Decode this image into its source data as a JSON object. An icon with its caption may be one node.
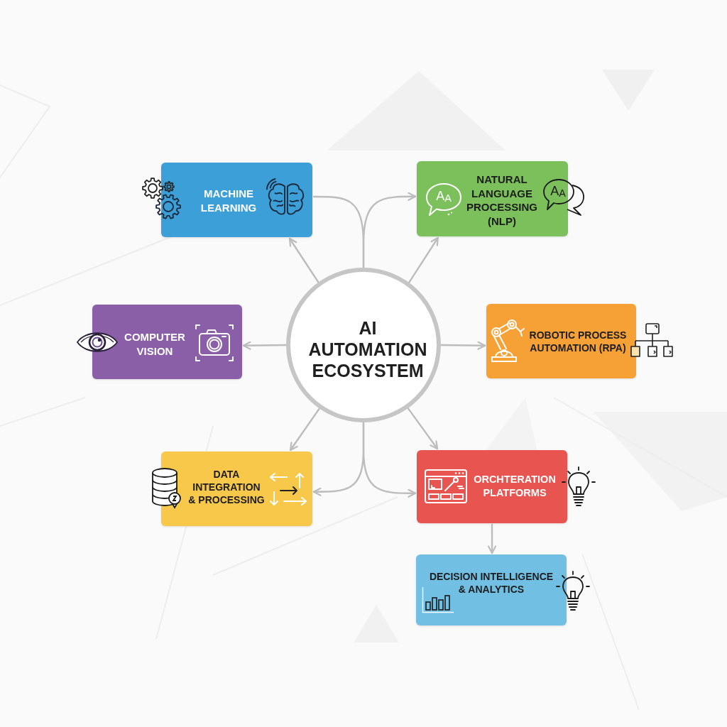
{
  "diagram": {
    "nodes": [
      {
        "text": [
          "AI AUTOMATION ECOSYSTEM"
        ]
      },
      {
        "text": [
          "MACHINE LEARNING"
        ]
      },
      {
        "text": [
          "NATURAL LANGUAGE PROCESSING (NLP)"
        ]
      },
      {
        "text": [
          "COMPUTER VISION"
        ]
      },
      {
        "text": [
          "ROBOTIC PROCESS AUTOMATION (RPA)"
        ]
      },
      {
        "text": [
          "DATA INTEGRATION & PROCESSING"
        ]
      },
      {
        "text": [
          "ORCHTERATION PLATFORMS"
        ]
      },
      {
        "text": [
          "DECISION INTELLIGENCE & ANALYTICS"
        ]
      }
    ],
    "edges": [
      {
        "from": 0,
        "to": 1,
        "arrow": "to"
      },
      {
        "from": 0,
        "to": 1,
        "arrow": "none"
      },
      {
        "from": 0,
        "to": 2,
        "arrow": "to"
      },
      {
        "from": 0,
        "to": 2,
        "arrow": "to"
      },
      {
        "from": 0,
        "to": 3,
        "arrow": "to"
      },
      {
        "from": 0,
        "to": 4,
        "arrow": "to"
      },
      {
        "from": 0,
        "to": 5,
        "arrow": "to"
      },
      {
        "from": 0,
        "to": 5,
        "arrow": "to"
      },
      {
        "from": 0,
        "to": 6,
        "arrow": "to"
      },
      {
        "from": 0,
        "to": 6,
        "arrow": "to"
      },
      {
        "from": 6,
        "to": 7,
        "arrow": "to"
      }
    ],
    "labels": [
      "A$_{A}$",
      "A$_{A}$"
    ]
  }
}
